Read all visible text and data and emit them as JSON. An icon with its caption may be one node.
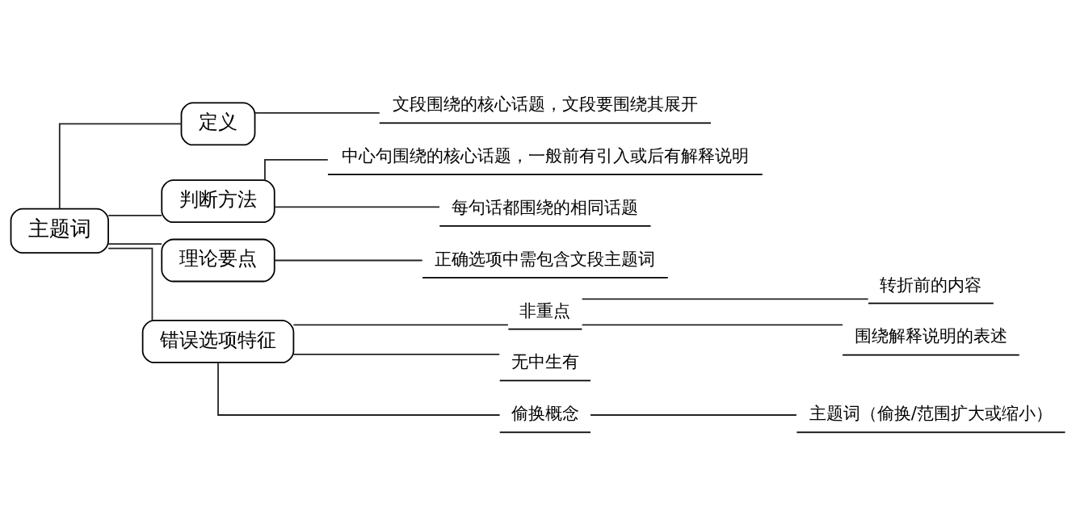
{
  "diagram": {
    "nodes": [
      {
        "text": [
          "主题词"
        ]
      },
      {
        "text": [
          "定义"
        ]
      },
      {
        "text": [
          "文段围绕的核心话题，文段要围绕其展开"
        ]
      },
      {
        "text": [
          "判断方法"
        ]
      },
      {
        "text": [
          "中心句围绕的核心话题，一般前有引入或后有解释说明"
        ]
      },
      {
        "text": [
          "每句话都围绕的相同话题"
        ]
      },
      {
        "text": [
          "理论要点"
        ]
      },
      {
        "text": [
          "正确选项中需包含文段主题词"
        ]
      },
      {
        "text": [
          "错误选项特征"
        ]
      },
      {
        "text": [
          "非重点"
        ]
      },
      {
        "text": [
          "转折前的内容"
        ]
      },
      {
        "text": [
          "围绕解释说明的表述"
        ]
      },
      {
        "text": [
          "无中生有"
        ]
      },
      {
        "text": [
          "偷换概念"
        ]
      },
      {
        "text": [
          "主题词（偷换/范围扩大或缩小）"
        ]
      }
    ],
    "edges": [
      {
        "from": 0,
        "to": 1,
        "arrow": "none"
      },
      {
        "from": 1,
        "to": 2,
        "arrow": "none"
      },
      {
        "from": 0,
        "to": 3,
        "arrow": "none"
      },
      {
        "from": 3,
        "to": 4,
        "arrow": "none"
      },
      {
        "from": 3,
        "to": 5,
        "arrow": "none"
      },
      {
        "from": 0,
        "to": 6,
        "arrow": "none"
      },
      {
        "from": 6,
        "to": 7,
        "arrow": "none"
      },
      {
        "from": 0,
        "to": 8,
        "arrow": "none"
      },
      {
        "from": 8,
        "to": 9,
        "arrow": "none"
      },
      {
        "from": 9,
        "to": 10,
        "arrow": "none"
      },
      {
        "from": 9,
        "to": 11,
        "arrow": "none"
      },
      {
        "from": 8,
        "to": 12,
        "arrow": "none"
      },
      {
        "from": 8,
        "to": 13,
        "arrow": "none"
      },
      {
        "from": 13,
        "to": 14,
        "arrow": "none"
      }
    ]
  }
}
